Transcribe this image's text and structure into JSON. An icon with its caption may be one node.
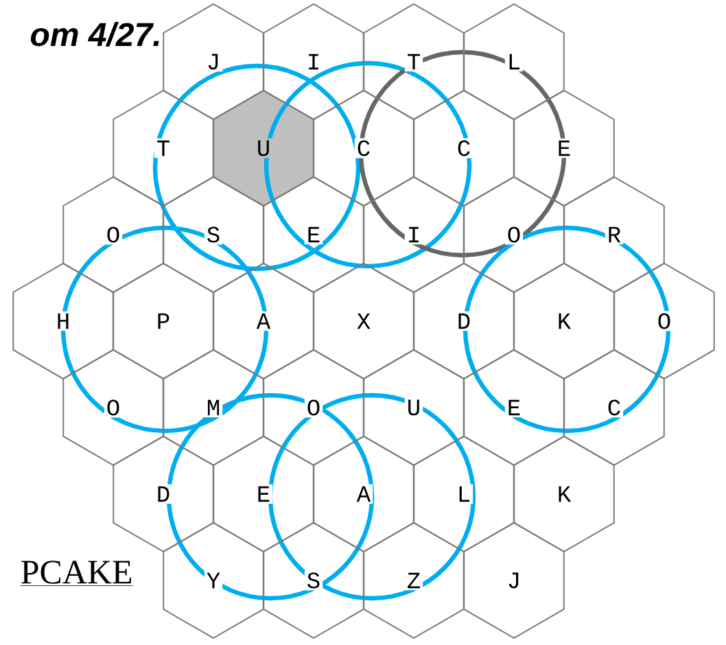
{
  "diagram": {
    "nodes": [
      {
        "text": [
          "J"
        ]
      },
      {
        "text": [
          "I"
        ]
      },
      {
        "text": [
          "T"
        ]
      },
      {
        "text": [
          "L"
        ]
      },
      {
        "text": [
          "T"
        ]
      },
      {
        "text": [
          "U"
        ]
      },
      {
        "text": [
          "C"
        ]
      },
      {
        "text": [
          "C"
        ]
      },
      {
        "text": [
          "E"
        ]
      },
      {
        "text": [
          "O"
        ]
      },
      {
        "text": [
          "S"
        ]
      },
      {
        "text": [
          "E"
        ]
      },
      {
        "text": [
          "I"
        ]
      },
      {
        "text": [
          "O"
        ]
      },
      {
        "text": [
          "R"
        ]
      },
      {
        "text": [
          "H"
        ]
      },
      {
        "text": [
          "P"
        ]
      },
      {
        "text": [
          "A"
        ]
      },
      {
        "text": [
          "X"
        ]
      },
      {
        "text": [
          "D"
        ]
      },
      {
        "text": [
          "K"
        ]
      },
      {
        "text": [
          "O"
        ]
      },
      {
        "text": [
          "O"
        ]
      },
      {
        "text": [
          "M"
        ]
      },
      {
        "text": [
          "O"
        ]
      },
      {
        "text": [
          "U"
        ]
      },
      {
        "text": [
          "E"
        ]
      },
      {
        "text": [
          "C"
        ]
      },
      {
        "text": [
          "D"
        ]
      },
      {
        "text": [
          "E"
        ]
      },
      {
        "text": [
          "A"
        ]
      },
      {
        "text": [
          "L"
        ]
      },
      {
        "text": [
          "K"
        ]
      },
      {
        "text": [
          "Y"
        ]
      },
      {
        "text": [
          "S"
        ]
      },
      {
        "text": [
          "Z"
        ]
      },
      {
        "text": [
          "J"
        ]
      }
    ],
    "labels": [
      "om 4/27.",
      "PCAKE"
    ]
  }
}
